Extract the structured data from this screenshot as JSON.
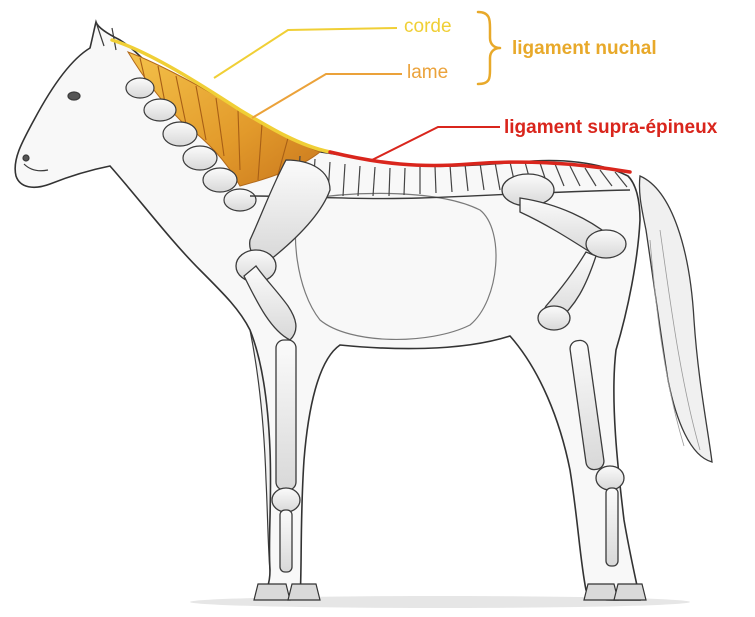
{
  "labels": {
    "corde": "corde",
    "lame": "lame",
    "nuchal": "ligament nuchal",
    "supra": "ligament supra-épineux"
  },
  "colors": {
    "corde": "#f0cf36",
    "lame": "#eba23a",
    "nuchal": "#e8a92a",
    "supra": "#d9251c",
    "lamella_fill": "#e9a93c",
    "outline": "#3b3b3b",
    "bone": "#eeeeee",
    "body": "#f6f6f6"
  },
  "icons": {
    "bracket": "right-curly-brace"
  }
}
